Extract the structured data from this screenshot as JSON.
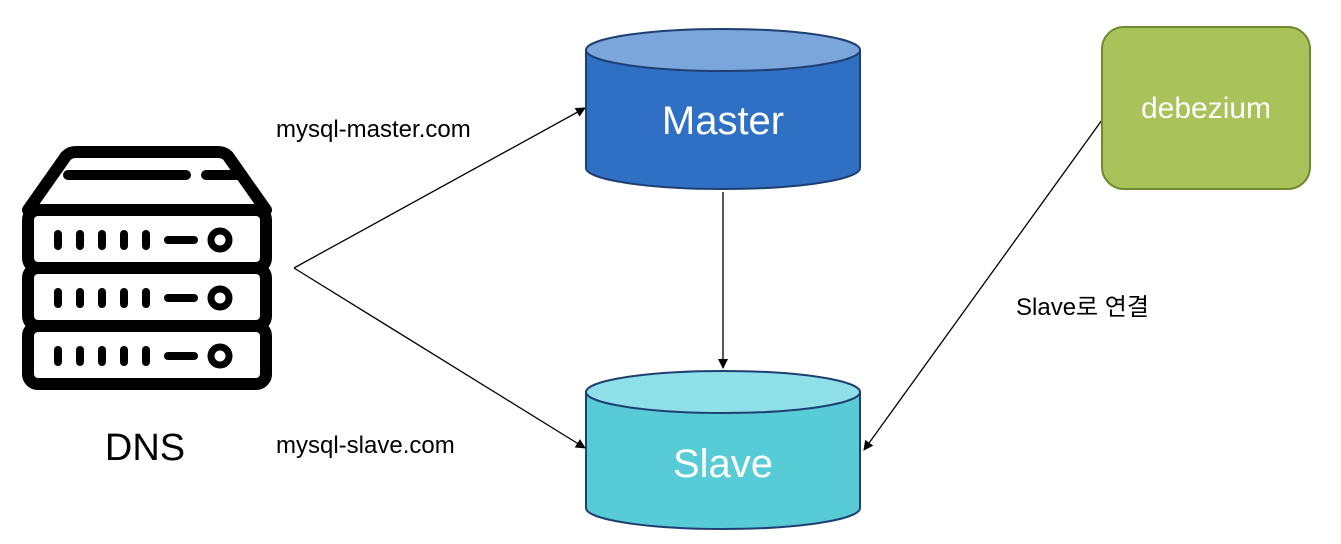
{
  "nodes": {
    "dns": {
      "label": "DNS",
      "icon": "server-rack-icon"
    },
    "master": {
      "label": "Master",
      "fill": "#2f6fc4",
      "top_fill": "#7aa6db",
      "stroke": "#1f3f73"
    },
    "slave": {
      "label": "Slave",
      "fill": "#57cbd6",
      "top_fill": "#8fe0e8",
      "stroke": "#1f3f73"
    },
    "debezium": {
      "label": "debezium",
      "fill": "#a9c25a",
      "stroke": "#6f8a2f"
    }
  },
  "edges": {
    "dns_to_master": {
      "label": "mysql-master.com"
    },
    "dns_to_slave": {
      "label": "mysql-slave.com"
    },
    "master_to_slave": {
      "label": ""
    },
    "debezium_to_slave": {
      "label": "Slave로 연결"
    }
  }
}
